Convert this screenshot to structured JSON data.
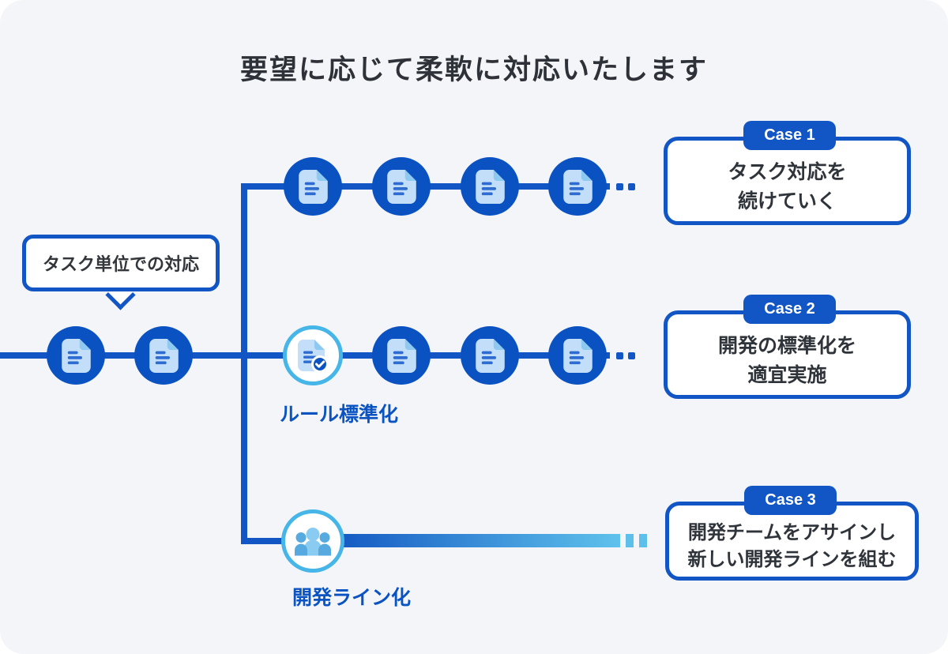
{
  "title": "要望に応じて柔軟に対応いたします",
  "callout": {
    "label": "タスク単位での対応"
  },
  "branches": {
    "rule_label": "ルール標準化",
    "devline_label": "開発ライン化"
  },
  "cases": [
    {
      "badge": "Case 1",
      "line1": "タスク対応を",
      "line2": "続けていく"
    },
    {
      "badge": "Case 2",
      "line1": "開発の標準化を",
      "line2": "適宜実施"
    },
    {
      "badge": "Case 3",
      "line1": "開発チームをアサインし",
      "line2": "新しい開発ラインを組む"
    }
  ],
  "icons": {
    "document": "document-icon",
    "document_check": "document-check-icon",
    "team": "team-icon"
  },
  "colors": {
    "background": "#f3f5f9",
    "primary_blue": "#1156c4",
    "node_blue": "#0a52c2",
    "accent_light_blue": "#46b5e7",
    "gradient_end": "#5fc2ec",
    "text_dark": "#2f333a",
    "label_blue": "#0b53c1"
  }
}
